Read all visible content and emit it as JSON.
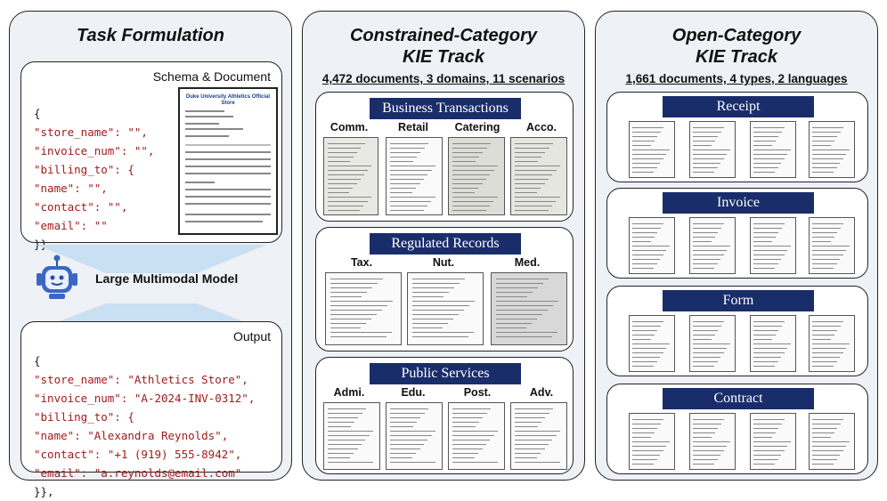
{
  "panel1": {
    "title": "Task Formulation",
    "schema_header": "Schema & Document",
    "schema_lines": [
      "{",
      "\"store_name\": \"\",",
      "\"invoice_num\": \"\",",
      "\"billing_to\": {",
      "\"name\": \"\",",
      "\"contact\": \"\",",
      "\"email\": \"\"",
      "}},"
    ],
    "doc_heading": "Duke University Athletics Official Store",
    "model_label": "Large Multimodal Model",
    "output_header": "Output",
    "output_keys": [
      "{",
      "\"store_name\": ",
      "\"invoice_num\": ",
      "\"billing_to\": {",
      "\"name\": ",
      "\"contact\": ",
      "\"email\": ",
      "}},"
    ],
    "output_values": [
      "",
      "\"Athletics Store\",",
      "\"A-2024-INV-0312\",",
      "",
      "\"Alexandra Reynolds\",",
      "\"+1 (919) 555-8942\",",
      "\"a.reynolds@email.com\"",
      ""
    ]
  },
  "panel2": {
    "title_line1": "Constrained-Category",
    "title_line2": "KIE Track",
    "stats": "4,472 documents,  3 domains, 11 scenarios",
    "business": {
      "banner": "Business Transactions",
      "labels": [
        "Comm.",
        "Retail",
        "Catering",
        "Acco."
      ]
    },
    "regulated": {
      "banner": "Regulated Records",
      "labels": [
        "Tax.",
        "Nut.",
        "Med."
      ]
    },
    "public": {
      "banner": "Public Services",
      "labels": [
        "Admi.",
        "Edu.",
        "Post.",
        "Adv."
      ]
    }
  },
  "panel3": {
    "title_line1": "Open-Category",
    "title_line2": "KIE Track",
    "stats": "1,661 documents,  4 types, 2 languages",
    "sections": [
      "Receipt",
      "Invoice",
      "Form",
      "Contract"
    ]
  },
  "colors": {
    "banner": "#1a2d6b",
    "panel_bg": "#eef1f5",
    "value_text": "#a01c1c"
  },
  "icons": [
    "robot-icon"
  ]
}
